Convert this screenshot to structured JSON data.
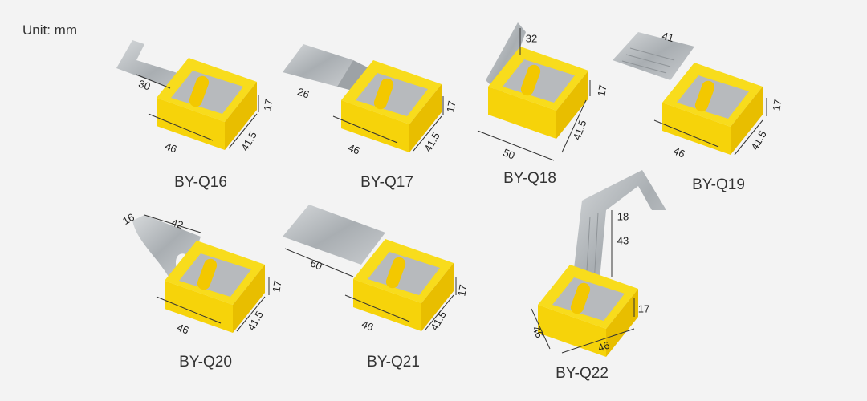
{
  "unit_label": "Unit: mm",
  "colors": {
    "yellow": "#f6d70b",
    "metal": "#b9bdc0",
    "background": "#f3f3f3"
  },
  "products": [
    {
      "name": "BY-Q16",
      "dims": [
        "30",
        "46",
        "41.5",
        "17"
      ]
    },
    {
      "name": "BY-Q17",
      "dims": [
        "26",
        "46",
        "41.5",
        "17"
      ]
    },
    {
      "name": "BY-Q18",
      "dims": [
        "32",
        "50",
        "41.5",
        "17"
      ]
    },
    {
      "name": "BY-Q19",
      "dims": [
        "41",
        "46",
        "41.5",
        "17"
      ]
    },
    {
      "name": "BY-Q20",
      "dims": [
        "16",
        "42",
        "46",
        "41.5",
        "17"
      ]
    },
    {
      "name": "BY-Q21",
      "dims": [
        "60",
        "46",
        "41.5",
        "17"
      ]
    },
    {
      "name": "BY-Q22",
      "dims": [
        "18",
        "43",
        "46",
        "46",
        "17"
      ]
    }
  ]
}
